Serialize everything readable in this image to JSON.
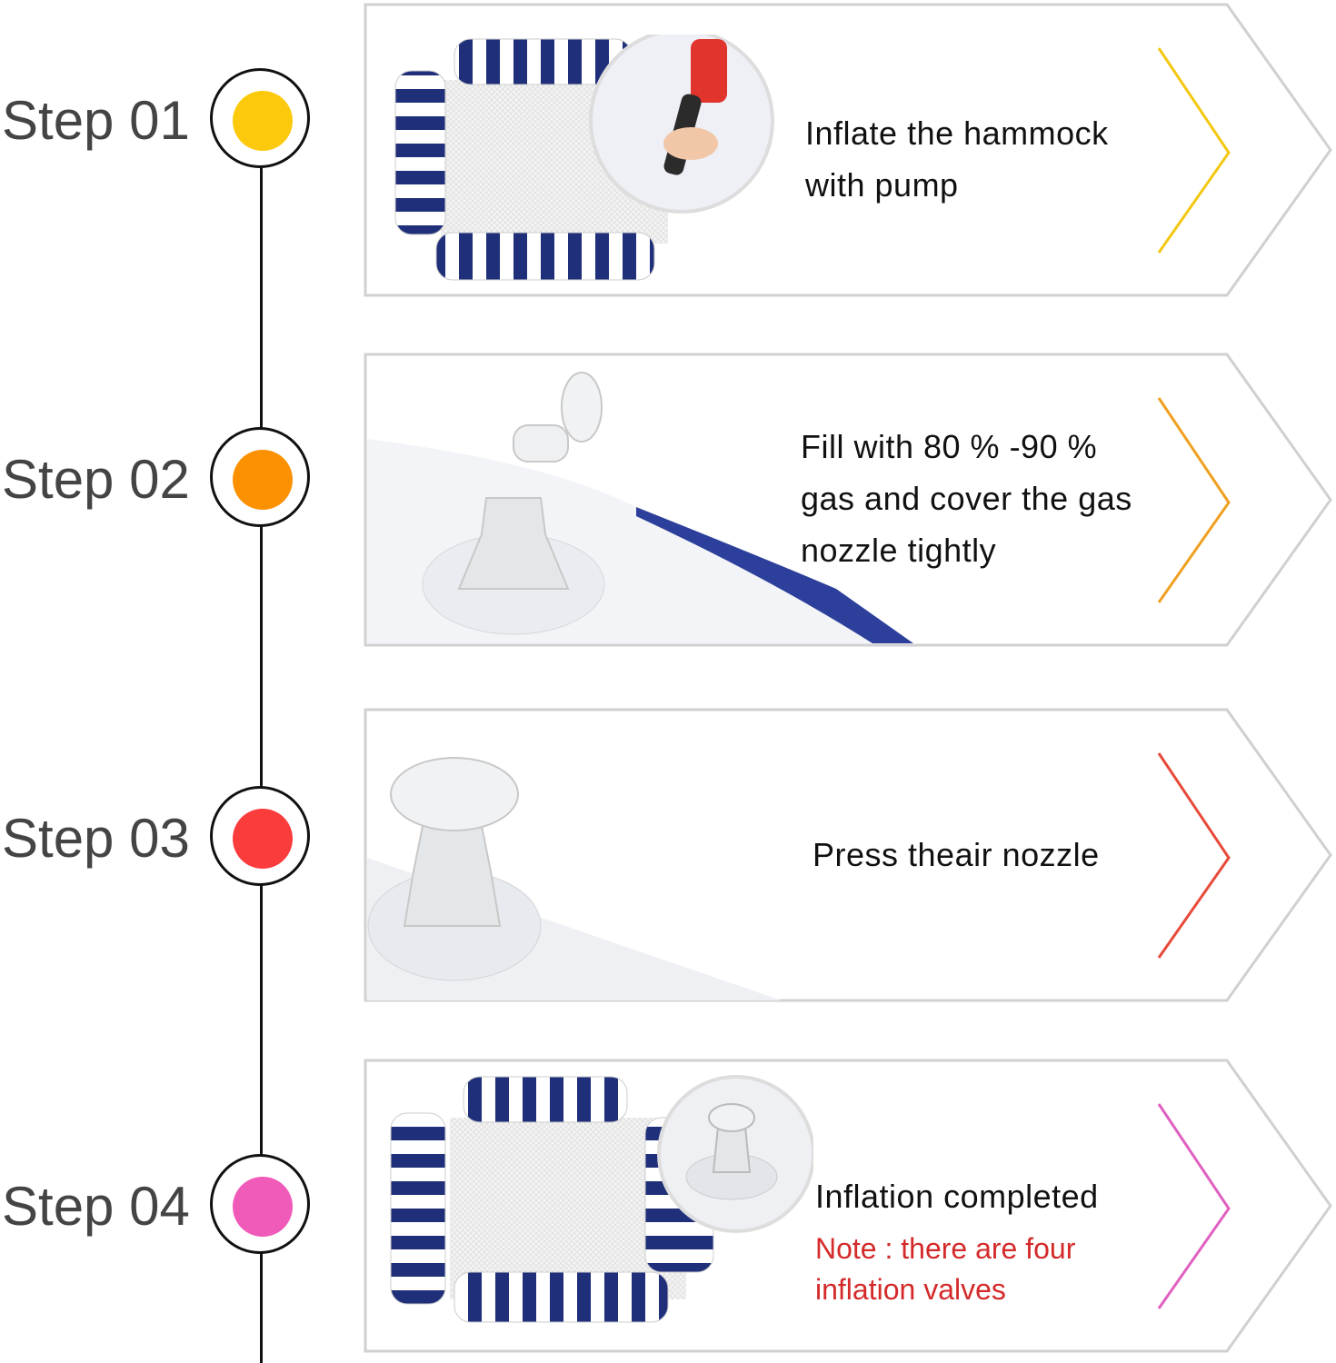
{
  "steps": [
    {
      "label": "Step 01",
      "color": "#fcc90c",
      "chevron": "#f2c811",
      "lines": [
        "Inflate the hammock",
        "with pump"
      ]
    },
    {
      "label": "Step 02",
      "color": "#fb9100",
      "chevron": "#f0a020",
      "lines": [
        "Fill with 80 % -90 %",
        "gas and cover the gas",
        "nozzle tightly"
      ]
    },
    {
      "label": "Step 03",
      "color": "#fb3c3c",
      "chevron": "#e84a3a",
      "lines": [
        "Press theair nozzle"
      ]
    },
    {
      "label": "Step 04",
      "color": "#f05ab8",
      "chevron": "#e060c0",
      "lines": [
        "Inflation completed"
      ],
      "note": [
        "Note : there are four",
        "inflation valves"
      ]
    }
  ]
}
